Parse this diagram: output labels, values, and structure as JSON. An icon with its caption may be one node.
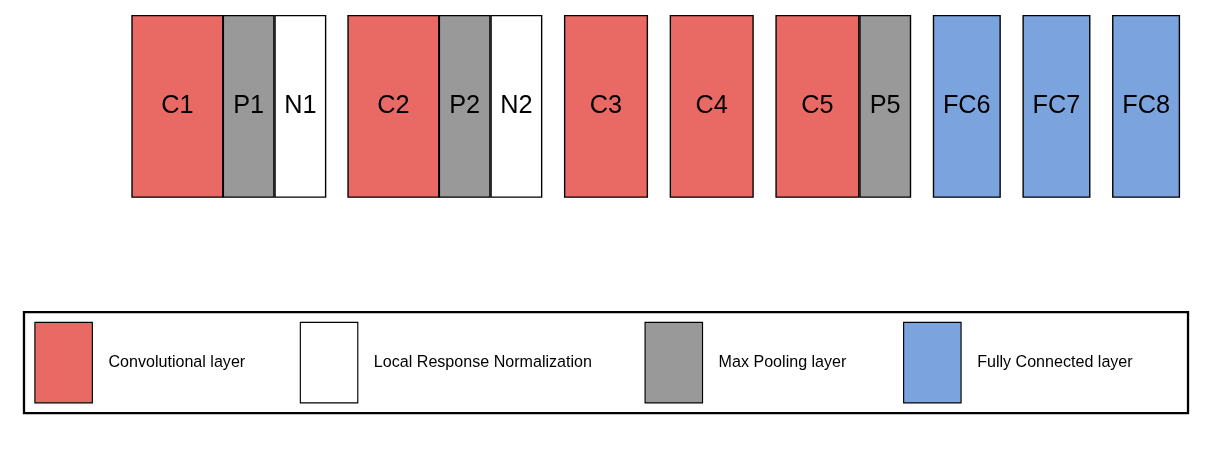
{
  "diagram": {
    "nodes": [
      {
        "text": [
          "C1"
        ]
      },
      {
        "text": [
          "P1"
        ]
      },
      {
        "text": [
          "N1"
        ]
      },
      {
        "text": [
          "C2"
        ]
      },
      {
        "text": [
          "P2"
        ]
      },
      {
        "text": [
          "N2"
        ]
      },
      {
        "text": [
          "C3"
        ]
      },
      {
        "text": [
          "C4"
        ]
      },
      {
        "text": [
          "C5"
        ]
      },
      {
        "text": [
          "P5"
        ]
      },
      {
        "text": [
          "FC6"
        ]
      },
      {
        "text": [
          "FC7"
        ]
      },
      {
        "text": [
          "FC8"
        ]
      }
    ],
    "edges": [],
    "legend": [
      {
        "text": "Convolutional layer",
        "color": "#e96a64"
      },
      {
        "text": "Local Response Normalization",
        "color": "#ffffff"
      },
      {
        "text": "Max Pooling layer",
        "color": "#999999"
      },
      {
        "text": "Fully Connected layer",
        "color": "#7ba3de"
      }
    ]
  }
}
